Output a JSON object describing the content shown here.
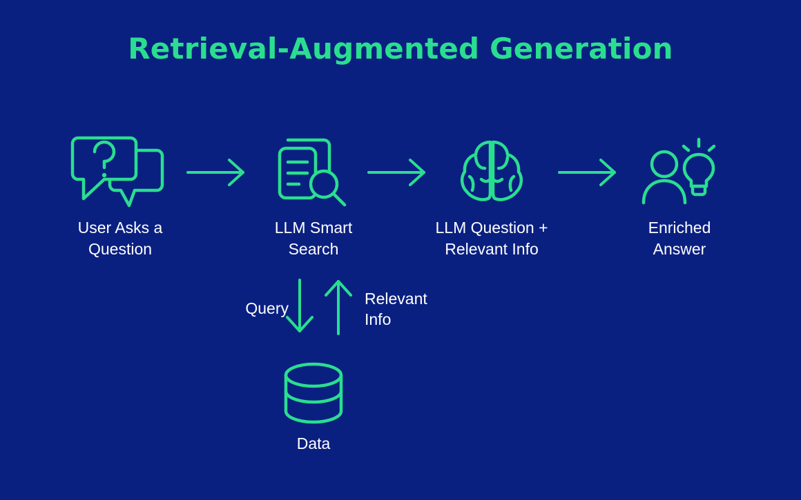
{
  "theme": {
    "background": "#0a2080",
    "accent_green": "#2ade90",
    "text_white": "#ffffff"
  },
  "title": "Retrieval-Augmented Generation",
  "pipeline": {
    "stages": [
      {
        "id": "user-question",
        "icon": "speech-bubbles-question-icon",
        "caption": "User Asks a\nQuestion"
      },
      {
        "id": "smart-search",
        "icon": "document-search-icon",
        "caption": "LLM Smart\nSearch"
      },
      {
        "id": "llm-context",
        "icon": "brain-icon",
        "caption": "LLM Question +\nRelevant Info"
      },
      {
        "id": "enriched",
        "icon": "person-lightbulb-icon",
        "caption": "Enriched\nAnswer"
      }
    ],
    "arrows": [
      {
        "id": "arrow-1",
        "icon": "arrow-right-icon"
      },
      {
        "id": "arrow-2",
        "icon": "arrow-right-icon"
      },
      {
        "id": "arrow-3",
        "icon": "arrow-right-icon"
      }
    ]
  },
  "exchange": {
    "query_label": "Query",
    "relevant_label": "Relevant\nInfo",
    "down_arrow_icon": "arrow-down-icon",
    "up_arrow_icon": "arrow-up-icon"
  },
  "datastore": {
    "icon": "database-cylinder-icon",
    "caption": "Data"
  }
}
